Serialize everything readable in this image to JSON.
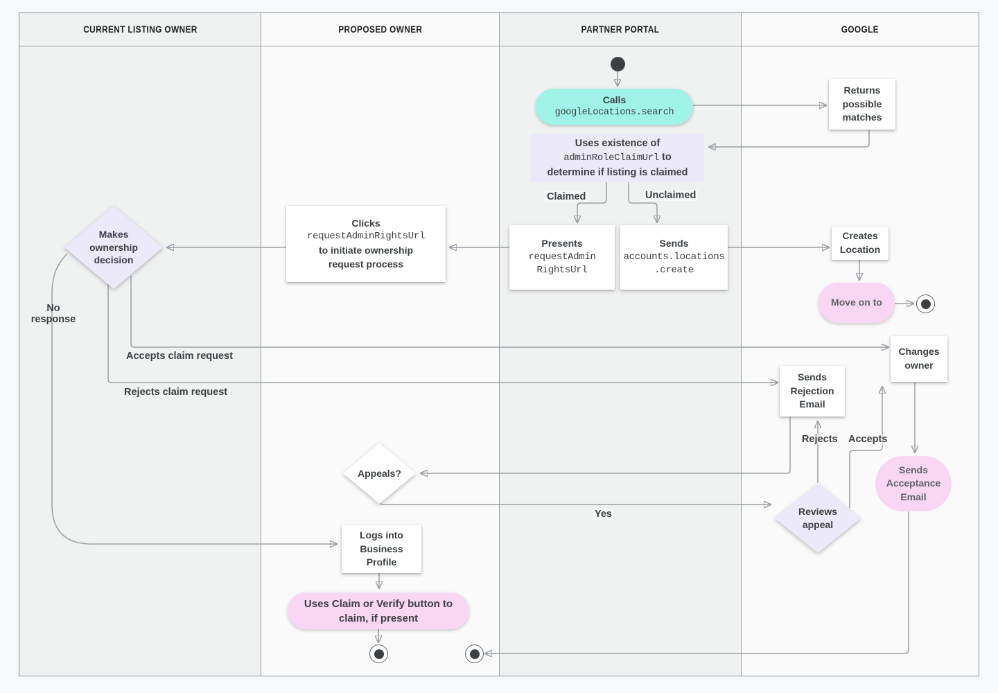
{
  "lanes": [
    {
      "label": "CURRENT LISTING OWNER"
    },
    {
      "label": "PROPOSED OWNER"
    },
    {
      "label": "PARTNER PORTAL"
    },
    {
      "label": "GOOGLE"
    }
  ],
  "nodes": {
    "calls": {
      "title": "Calls",
      "code": "googleLocations.search"
    },
    "returns": {
      "label": "Returns possible matches"
    },
    "uses": {
      "line1": "Uses existence of",
      "code": "adminRoleClaimUrl",
      "line2_suffix": " to",
      "line3": "determine if listing is claimed"
    },
    "presents": {
      "title": "Presents",
      "code_line1": "requestAdmin",
      "code_line2": "RightsUrl"
    },
    "sends_create": {
      "title": "Sends",
      "code_line1": "accounts.locations",
      "code_line2": ".create"
    },
    "creates_location": {
      "label": "Creates Location"
    },
    "move_on": {
      "label": "Move on to"
    },
    "clicks": {
      "title": "Clicks",
      "code": "requestAdminRightsUrl",
      "line2": "to initiate ownership",
      "line3": "request process"
    },
    "ownership_decision": {
      "label": "Makes ownership decision"
    },
    "changes_owner": {
      "label": "Changes owner"
    },
    "sends_rejection": {
      "label": "Sends Rejection Email"
    },
    "sends_acceptance": {
      "label": "Sends Acceptance Email"
    },
    "reviews_appeal": {
      "label": "Reviews appeal"
    },
    "appeals": {
      "label": "Appeals?"
    },
    "logs_in": {
      "label": "Logs into Business Profile"
    },
    "claim_verify": {
      "label": "Uses Claim or Verify button to claim, if present"
    }
  },
  "edge_labels": {
    "claimed": "Claimed",
    "unclaimed": "Unclaimed",
    "no_response": "No response",
    "accepts_claim": "Accepts claim request",
    "rejects_claim": "Rejects claim request",
    "rejects": "Rejects",
    "accepts": "Accepts",
    "yes": "Yes"
  },
  "colors": {
    "teal": "#a0f3e7",
    "pink": "#f9d6f1",
    "lavender": "#ece9f8",
    "line": "#9aa0a6",
    "arrow": "#80868b"
  }
}
